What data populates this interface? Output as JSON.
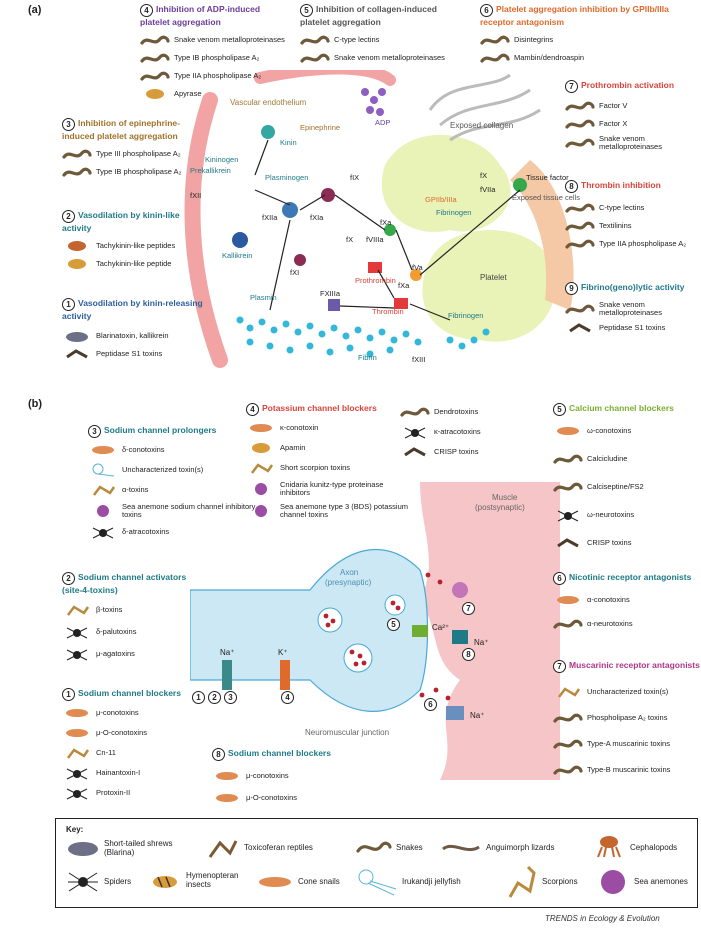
{
  "panel_a": {
    "label": "(a)",
    "groups": [
      {
        "num": "4",
        "title": "Inhibition of ADP-induced platelet aggregation",
        "items": [
          "Snake venom metalloproteinases",
          "Type IB phospholipase A₂",
          "Type IIA phospholipase A₂",
          "Apyrase"
        ]
      },
      {
        "num": "5",
        "title": "Inhibition of collagen-induced platelet aggregation",
        "items": [
          "C-type lectins",
          "Snake venom metalloproteinases"
        ]
      },
      {
        "num": "6",
        "title": "Platelet aggregation inhibition by GPIIb/IIIa receptor antagonism",
        "items": [
          "Disintegrins",
          "Mambin/dendroaspin"
        ]
      },
      {
        "num": "3",
        "title": "Inhibition of epinephrine-induced platelet aggregation",
        "items": [
          "Type III phospholipase A₂",
          "Type IB phospholipase A₂"
        ]
      },
      {
        "num": "2",
        "title": "Vasodilation by kinin-like activity",
        "items": [
          "Tachykinin-like peptides",
          "Tachykinin-like peptide"
        ]
      },
      {
        "num": "1",
        "title": "Vasodilation by kinin-releasing activity",
        "items": [
          "Blarinatoxin, kallikrein",
          "Peptidase S1 toxins"
        ]
      },
      {
        "num": "7",
        "title": "Prothrombin activation",
        "items": [
          "Factor V",
          "Factor X",
          "Snake venom metalloproteinases"
        ]
      },
      {
        "num": "8",
        "title": "Thrombin inhibition",
        "items": [
          "C-type lectins",
          "Textilinins",
          "Type IIA phospholipase A₂"
        ]
      },
      {
        "num": "9",
        "title": "Fibrino(geno)lytic activity",
        "items": [
          "Snake venom metalloproteinases",
          "Peptidase S1 toxins"
        ]
      }
    ],
    "diagram": {
      "vascular": "Vascular endothelium",
      "collagen": "Exposed collagen",
      "adp": "ADP",
      "epinephrine": "Epinephrine",
      "kinin": "Kinin",
      "kininogen": "Kininogen",
      "prekallikrein": "Prekallikrein",
      "fxii": "fXII",
      "plasminogen": "Plasminogen",
      "fix": "fIX",
      "fxiia": "fXIIa",
      "fxia": "fXIa",
      "kallikrein": "Kallikrein",
      "fxi": "fXI",
      "gp": "GPIIb/IIIa",
      "fibrinogen1": "Fibrinogen",
      "fx1": "fX",
      "fviia": "fVIIa",
      "tissue": "Tissue factor",
      "exposed_tissue": "Exposed tissue cells",
      "fxa": "fXa",
      "fx2": "fX",
      "fviiia": "fVIIIa",
      "platelet": "Platelet",
      "prothrombin": "Prothrombin",
      "fva": "fVa",
      "fxa2": "fXa",
      "plasmin": "Plasmin",
      "fxiiia": "FXIIIa",
      "thrombin": "Thrombin",
      "fibrinogen2": "Fibrinogen",
      "fibrin": "Fibrin",
      "fxiii": "fXIII"
    }
  },
  "panel_b": {
    "label": "(b)",
    "groups": [
      {
        "num": "3",
        "title": "Sodium channel prolongers",
        "items": [
          "δ-conotoxins",
          "Uncharacterized toxin(s)",
          "α-toxins",
          "Sea anemone sodium channel inhibitory toxins",
          "δ-atracotoxins"
        ]
      },
      {
        "num": "4",
        "title": "Potassium channel blockers",
        "items": [
          "κ-conotoxin",
          "Apamin",
          "Short scorpion toxins",
          "Cnidaria kunitz-type proteinase inhibitors",
          "Sea anemone type 3 (BDS) potassium channel toxins"
        ]
      },
      {
        "num": "",
        "title": "",
        "items": [
          "Dendrotoxins",
          "κ-atracotoxins",
          "CRISP toxins"
        ]
      },
      {
        "num": "5",
        "title": "Calcium channel blockers",
        "items": [
          "ω-conotoxins",
          "Calcicludine",
          "Calciseptine/FS2",
          "ω-neurotoxins",
          "CRISP toxins"
        ]
      },
      {
        "num": "2",
        "title": "Sodium channel activators (site-4-toxins)",
        "items": [
          "β-toxins",
          "δ-palutoxins",
          "μ-agatoxins"
        ]
      },
      {
        "num": "1",
        "title": "Sodium channel blockers",
        "items": [
          "μ-conotoxins",
          "μ-O-conotoxins",
          "Cn-11",
          "Hainantoxin-I",
          "Protoxin-II"
        ]
      },
      {
        "num": "8",
        "title": "Sodium channel blockers",
        "items": [
          "μ-conotoxins",
          "μ-O-conotoxins"
        ]
      },
      {
        "num": "6",
        "title": "Nicotinic receptor antagonists",
        "items": [
          "α-conotoxins",
          "α-neurotoxins"
        ]
      },
      {
        "num": "7",
        "title": "Muscarinic receptor antagonists",
        "items": [
          "Uncharacterized toxin(s)",
          "Phospholipase A₂ toxins",
          "Type-A muscarinic toxins",
          "Type-B muscarinic toxins"
        ]
      }
    ],
    "diagram": {
      "muscle": "Muscle",
      "postsyn": "(postsynaptic)",
      "axon": "Axon",
      "presyn": "(presynaptic)",
      "nmj": "Neuromuscular junction",
      "na": "Na⁺",
      "k": "K⁺",
      "ca": "Ca²⁺",
      "na2": "Na⁺",
      "na3": "Na⁺"
    }
  },
  "key": {
    "title": "Key:",
    "items": [
      "Short-tailed shrews (Blarina)",
      "Toxicoferan reptiles",
      "Snakes",
      "Anguimorph lizards",
      "Cephalopods",
      "Spiders",
      "Hymenopteran insects",
      "Cone snails",
      "Irukandji jellyfish",
      "Scorpions",
      "Sea anemones"
    ]
  },
  "footer": "TRENDS in Ecology & Evolution",
  "colors": {
    "purple": "#6a3d9a",
    "teal": "#1f7a87",
    "orange": "#e06a2b",
    "red": "#d9443a",
    "brown": "#a0722b",
    "green": "#7cae2f",
    "magenta": "#b0368a"
  }
}
